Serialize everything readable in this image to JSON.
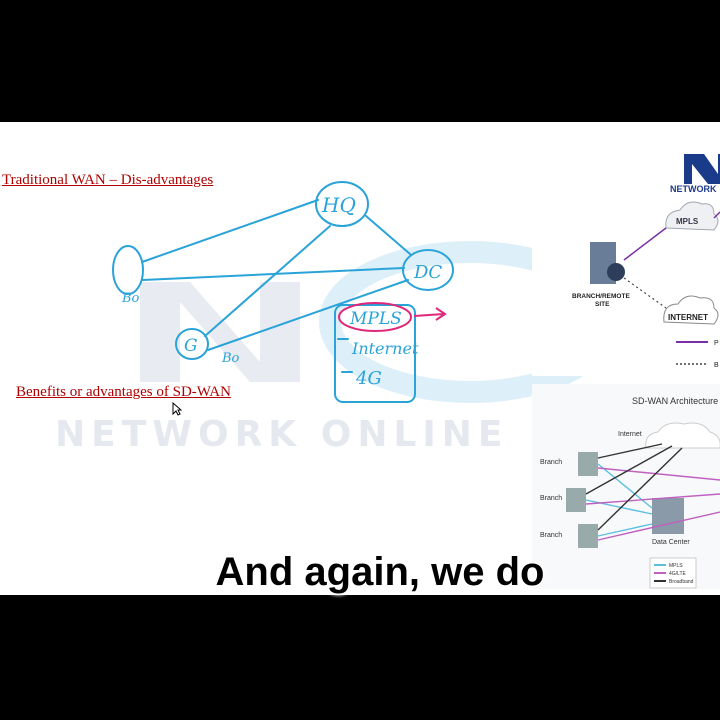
{
  "slide": {
    "heading1": "Traditional WAN – Dis-advantages",
    "heading2": "Benefits or advantages of SD-WAN",
    "watermark": "NETWORK ONLINE"
  },
  "sketch": {
    "hq": "HQ",
    "dc": "DC",
    "bo1": "Bo",
    "bo2": "Bo",
    "g": "G",
    "list": [
      "MPLS",
      "Internet",
      "4G"
    ]
  },
  "diagram_top": {
    "logo": "NETWORK",
    "mpls": "MPLS",
    "branch": "BRANCH/REMOTE",
    "site": "SITE",
    "internet": "INTERNET",
    "legend": [
      "P",
      "B"
    ]
  },
  "diagram_bottom": {
    "title": "SD-WAN Architecture",
    "internet": "Internet",
    "branches": [
      "Branch",
      "Branch",
      "Branch"
    ],
    "data_center": "Data Center",
    "legend": [
      "MPLS",
      "4G/LTE",
      "Broadband"
    ],
    "colors": {
      "mpls": "#5bc0de",
      "lte": "#c060c0",
      "broadband": "#333333"
    }
  },
  "caption": "And again, we do",
  "colors": {
    "ink_blue": "#2aa3d8",
    "ink_pink": "#e0287a",
    "heading_red": "#b00000"
  }
}
